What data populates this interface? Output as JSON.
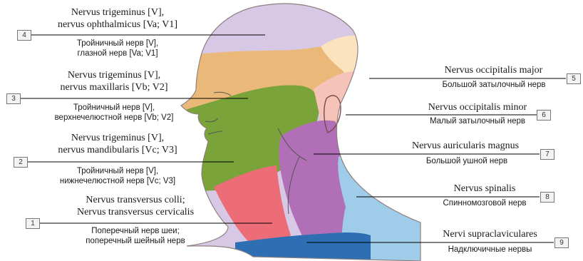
{
  "regions": {
    "ophthalmic": "#d7c9e5",
    "maxillary": "#eab97a",
    "mandibular": "#7aa33a",
    "occipital_major": "#fbe3bd",
    "occipital_minor": "#f6c3b9",
    "auricular_magnus": "#b06fb6",
    "spinalis": "#9fcde9",
    "transversus": "#ec6c78",
    "supraclaviculares": "#2d6fb2"
  },
  "labels": [
    {
      "num": "4",
      "latin": [
        "Nervus trigeminus [V],",
        "nervus ophthalmicus [Va; V1]"
      ],
      "ru": [
        "Тройничный нерв [V],",
        "глазной нерв [Va; V1]"
      ]
    },
    {
      "num": "3",
      "latin": [
        "Nervus trigeminus [V],",
        "nervus maxillaris [Vb; V2]"
      ],
      "ru": [
        "Тройничный нерв [V],",
        "верхнечелюстной нерв [Vb; V2]"
      ]
    },
    {
      "num": "2",
      "latin": [
        "Nervus trigeminus [V],",
        "nervus mandibularis [Vc; V3]"
      ],
      "ru": [
        "Тройничный нерв [V],",
        "нижнечелюстной нерв [Vc; V3]"
      ]
    },
    {
      "num": "1",
      "latin": [
        "Nervus transversus colli;",
        "Nervus transversus cervicalis"
      ],
      "ru": [
        "Поперечный нерв шеи;",
        "поперечный шейный нерв"
      ]
    },
    {
      "num": "5",
      "latin": [
        "Nervus occipitalis major"
      ],
      "ru": [
        "Большой затылочный нерв"
      ]
    },
    {
      "num": "6",
      "latin": [
        "Nervus occipitalis minor"
      ],
      "ru": [
        "Малый затылочный нерв"
      ]
    },
    {
      "num": "7",
      "latin": [
        "Nervus auricularis magnus"
      ],
      "ru": [
        "Большой ушной нерв"
      ]
    },
    {
      "num": "8",
      "latin": [
        "Nervus spinalis"
      ],
      "ru": [
        "Спинномозговой нерв"
      ]
    },
    {
      "num": "9",
      "latin": [
        "Nervi supraclaviculares"
      ],
      "ru": [
        "Надключичные нервы"
      ]
    }
  ]
}
